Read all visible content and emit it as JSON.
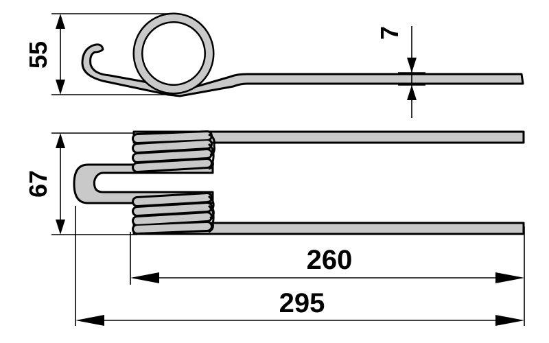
{
  "drawing": {
    "dimensions": {
      "coil_height": "55",
      "wire_thickness": "7",
      "coil_width": "67",
      "tine_length": "260",
      "overall_length": "295"
    },
    "colors": {
      "wire_fill": "#c9c9c9",
      "outline": "#000000",
      "background": "#ffffff"
    }
  }
}
